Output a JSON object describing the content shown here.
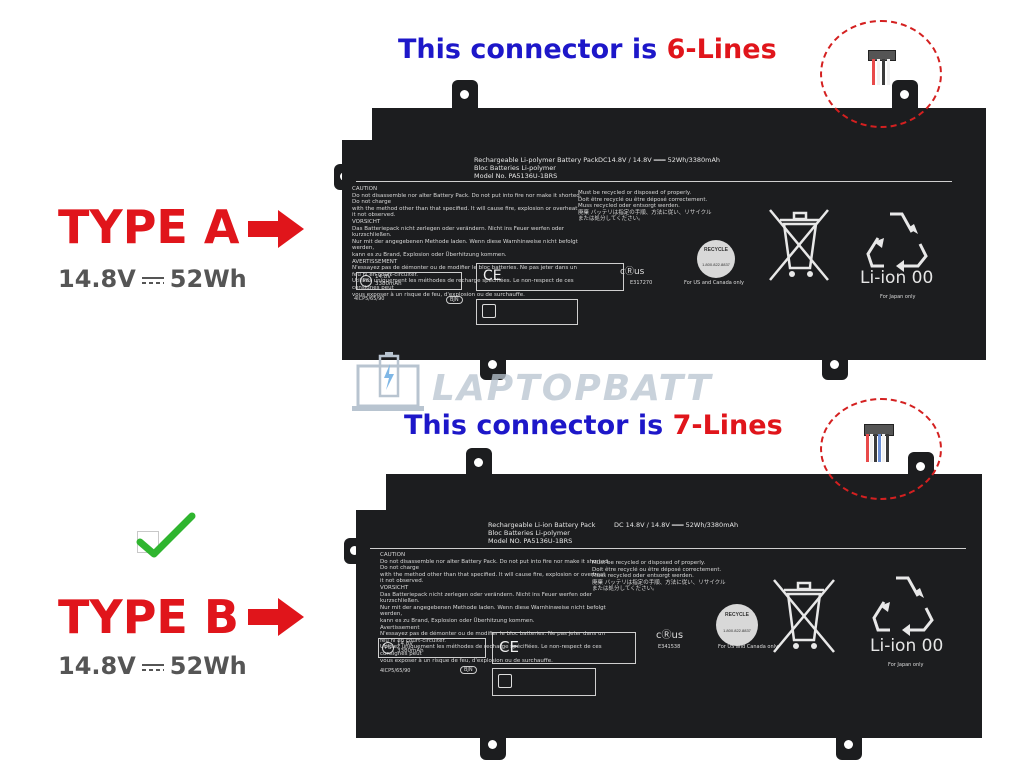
{
  "headings": {
    "top": {
      "prefix": "This connector is ",
      "count": "6-Lines"
    },
    "bottom": {
      "prefix": "This connector is ",
      "count": "7-Lines"
    }
  },
  "type_a": {
    "label": "TYPE A",
    "voltage": "14.8V",
    "capacity": "52Wh"
  },
  "type_b": {
    "label": "TYPE B",
    "voltage": "14.8V",
    "capacity": "52Wh"
  },
  "watermark": {
    "brand": "LAPTOPBATT"
  },
  "battery_a": {
    "head1": "Rechargeable Li-polymer Battery Pack",
    "head2": "Bloc Batteries Li-polymer",
    "head3": "Model No.  PA5136U-1BRS",
    "rating": "DC14.8V / 14.8V  ═══  52Wh/3380mAh",
    "caution": "CAUTION\nDo not disassemble nor alter Battery Pack. Do not put into fire nor make it shorted. Do not charge\nwith the method other than that specified. It will cause fire, explosion or overheat it not observed.\nVORSICHT\nDas Batteriepack nicht zerlegen oder verändern. Nicht ins Feuer werfen oder kurzschließen.\nNur mit der angegebenen Methode laden. Wenn diese Warnhinweise nicht befolgt werden,\nkann es zu Brand, Explosion oder Überhitzung kommen.\nAVERTISSEMENT\nN'essayez pas de démonter ou de modifier le bloc batteries. Ne pas jeter dans un feu ni en court-circuiter.\nUtilisez uniquement les méthodes de recharge spécifiées. Le non-respect de ces consignes peut\nvous exposer à un risque de feu, d'explosion ou de surchauffe.",
    "recycle_text": "Must be recycled or disposed of properly.\nDoit être recyclé ou être déposé correctement.\nMuss recycled oder entsorgt werden.\n廃棄 バッテリは指定の手順、方法に従い、リサイクル\nまたは処分してください。",
    "ps_text": "14.8V\n3380mAh",
    "model_code": "4ICP5/65/90",
    "bjn": "BJN",
    "ul_text": "E317270",
    "ul_sub": "For US and Canada only",
    "recycle_seal": "RECYCLE",
    "seal_phone": "1.800.822.8837",
    "li_ion": "Li-ion 00",
    "japan": "For Japan only"
  },
  "battery_b": {
    "head1": "Rechargeable Li-ion Battery Pack",
    "head2": "Bloc Batteries Li-polymer",
    "head3": "Model NO. PA5136U-1BRS",
    "rating": "DC 14.8V / 14.8V  ═══  52Wh/3380mAh",
    "caution": "CAUTION\nDo not disassemble nor alter Battery Pack. Do not put into fire nor make it shorted. Do not charge\nwith the method other than that specified. It will cause fire, explosion or overheat it not observed.\nVORSICHT\nDas Batteriepack nicht zerlegen oder verändern. Nicht ins Feuer werfen oder kurzschließen.\nNur mit der angegebenen Methode laden. Wenn diese Warnhinweise nicht befolgt werden,\nkann es zu Brand, Explosion oder Überhitzung kommen.\nAvertissement\nN'essayez pas de démonter ou de modifier le bloc batteries. Ne pas jeter dans un feu ni en court-circuiter.\nUtilisez uniquement les méthodes de recharge spécifiées. Le non-respect de ces consignes peut\nvous exposer à un risque de feu, d'explosion ou de surchauffe.",
    "recycle_text": "Must be recycled or disposed of properly.\nDoit être recyclé ou être déposé correctement.\nMuss recycled oder entsorgt werden.\n廃棄 バッテリは指定の手順、方法に従い、リサイクル\nまたは処分してください。",
    "ps_text": "14.8V\n3380mAh",
    "model_code": "4ICP5/65/90",
    "bjn": "BJN",
    "ul_text": "E341538",
    "ul_sub": "For US and Canada only",
    "recycle_seal": "RECYCLE",
    "seal_phone": "1.800.822.8837",
    "li_ion": "Li-ion 00",
    "japan": "For Japan only"
  },
  "colors": {
    "accent_red": "#e0151b",
    "heading_blue": "#1d17c9",
    "battery": "#1c1d1f",
    "check_green": "#2fb52f"
  },
  "icons": [
    "arrow-right-icon",
    "checkmark-icon",
    "recycle-icon",
    "crossed-bin-icon",
    "ce-mark-icon",
    "laptop-battery-logo-icon"
  ]
}
